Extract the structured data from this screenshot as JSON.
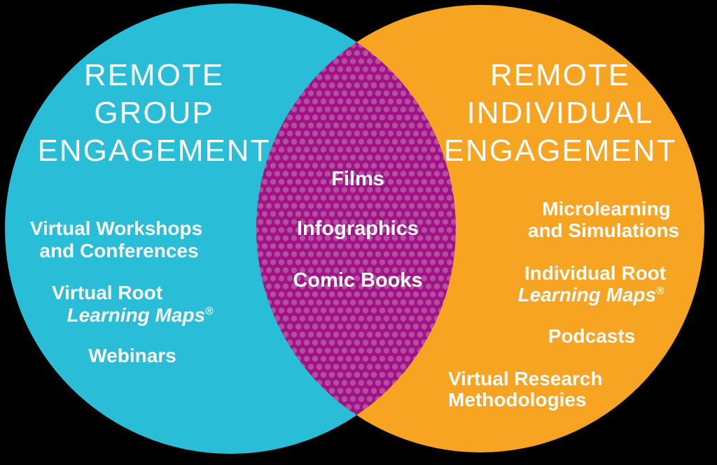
{
  "colors": {
    "background": "#000000",
    "left_circle": "#2abdd8",
    "right_circle": "#f7a423",
    "overlap": "#a21286",
    "overlap_dots": "#b1509f",
    "text": "#ffffff"
  },
  "left_circle": {
    "title_lines": [
      "REMOTE",
      "GROUP",
      "ENGAGEMENT"
    ],
    "items": [
      {
        "text": "Virtual Workshops"
      },
      {
        "text": "and Conferences"
      },
      {
        "text": "Virtual Root"
      },
      {
        "text": "Learning Maps",
        "reg": "®",
        "italic": true
      },
      {
        "text": "Webinars"
      }
    ]
  },
  "overlap": {
    "items": [
      {
        "text": "Films"
      },
      {
        "text": "Infographics"
      },
      {
        "text": "Comic Books"
      }
    ]
  },
  "right_circle": {
    "title_lines": [
      "REMOTE",
      "INDIVIDUAL",
      "ENGAGEMENT"
    ],
    "items": [
      {
        "text": "Microlearning"
      },
      {
        "text": "and Simulations"
      },
      {
        "text": "Individual Root"
      },
      {
        "text": "Learning Maps",
        "reg": "®",
        "italic": true
      },
      {
        "text": "Podcasts"
      },
      {
        "text": "Virtual Research"
      },
      {
        "text": "Methodologies"
      }
    ]
  }
}
